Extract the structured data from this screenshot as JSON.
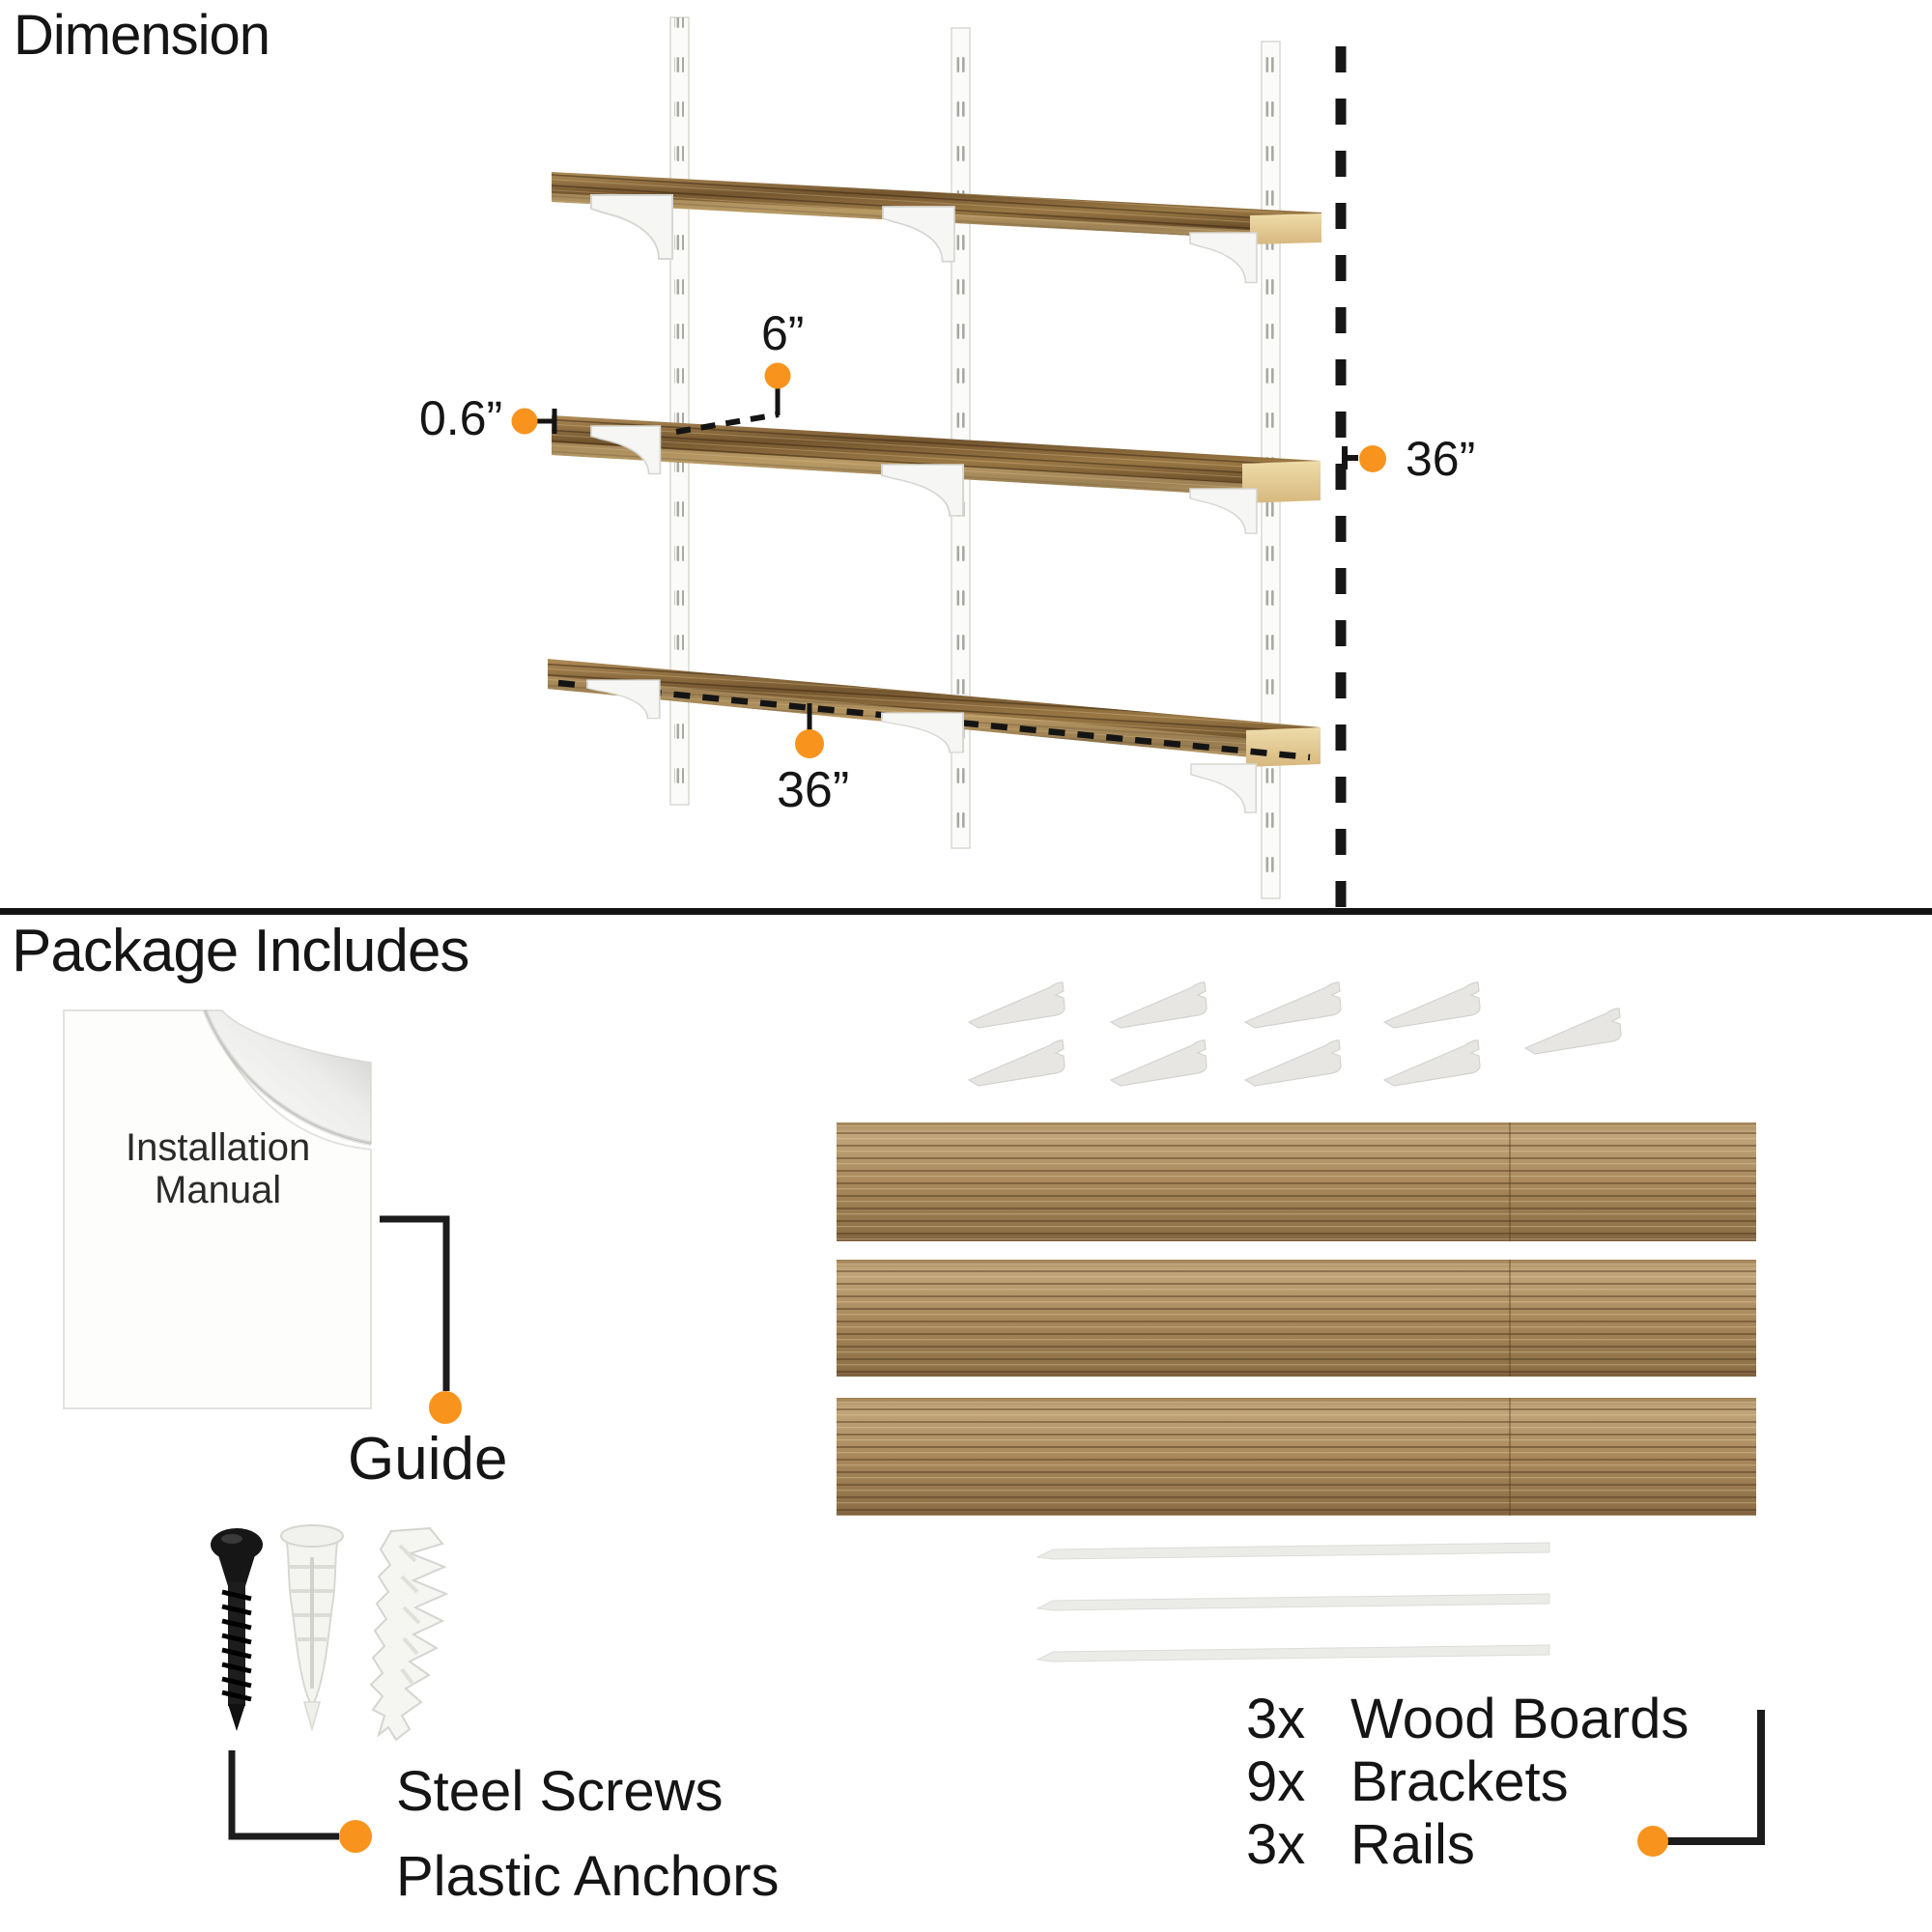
{
  "colors": {
    "accent": "#F8941D",
    "ink": "#151515",
    "divider": "#141414",
    "wood_dark": "#74562f",
    "wood_light": "#b59c78",
    "hardware_white": "#f5f5f2"
  },
  "dimension": {
    "title": "Dimension",
    "labels": {
      "depth": "6”",
      "thickness": "0.6”",
      "height": "36”",
      "width": "36”"
    }
  },
  "package": {
    "title": "Package Includes",
    "manual": {
      "line1": "Installation",
      "line2": "Manual",
      "label": "Guide"
    },
    "hardware": {
      "line1": "Steel Screws",
      "line2": "Plastic Anchors"
    },
    "items": [
      {
        "count": "3x",
        "name": "Wood Boards"
      },
      {
        "count": "9x",
        "name": "Brackets"
      },
      {
        "count": "3x",
        "name": "Rails"
      }
    ],
    "icons": {
      "screw": "steel-screw-icon",
      "anchor_small": "plastic-anchor-icon",
      "anchor_large": "plastic-anchor-spiral-icon",
      "manual": "installation-manual-icon",
      "bracket": "shelf-bracket-icon",
      "board": "wood-board-icon",
      "rail": "rail-icon"
    }
  }
}
